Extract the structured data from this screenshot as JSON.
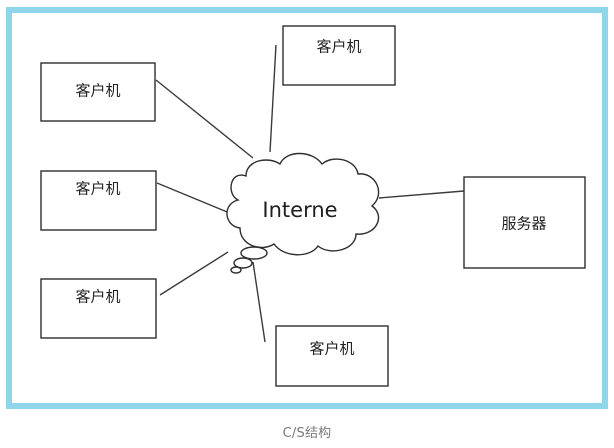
{
  "diagram": {
    "client_label": "客户机",
    "server_label": "服务器",
    "cloud_label": "Interne",
    "nodes": [
      {
        "id": "client-1",
        "label": "客户机"
      },
      {
        "id": "client-2",
        "label": "客户机"
      },
      {
        "id": "client-3",
        "label": "客户机"
      },
      {
        "id": "client-4",
        "label": "客户机"
      },
      {
        "id": "client-5",
        "label": "客户机"
      },
      {
        "id": "server",
        "label": "服务器"
      }
    ],
    "connections": [
      {
        "from": "client-1",
        "to": "cloud"
      },
      {
        "from": "client-2",
        "to": "cloud"
      },
      {
        "from": "client-3",
        "to": "cloud"
      },
      {
        "from": "client-4",
        "to": "cloud"
      },
      {
        "from": "client-5",
        "to": "cloud"
      },
      {
        "from": "cloud",
        "to": "server"
      }
    ]
  },
  "caption": "C/S结构",
  "colors": {
    "frame": "#8fd6e8",
    "stroke": "#333333",
    "text": "#222222",
    "caption": "#7a7a7a"
  }
}
